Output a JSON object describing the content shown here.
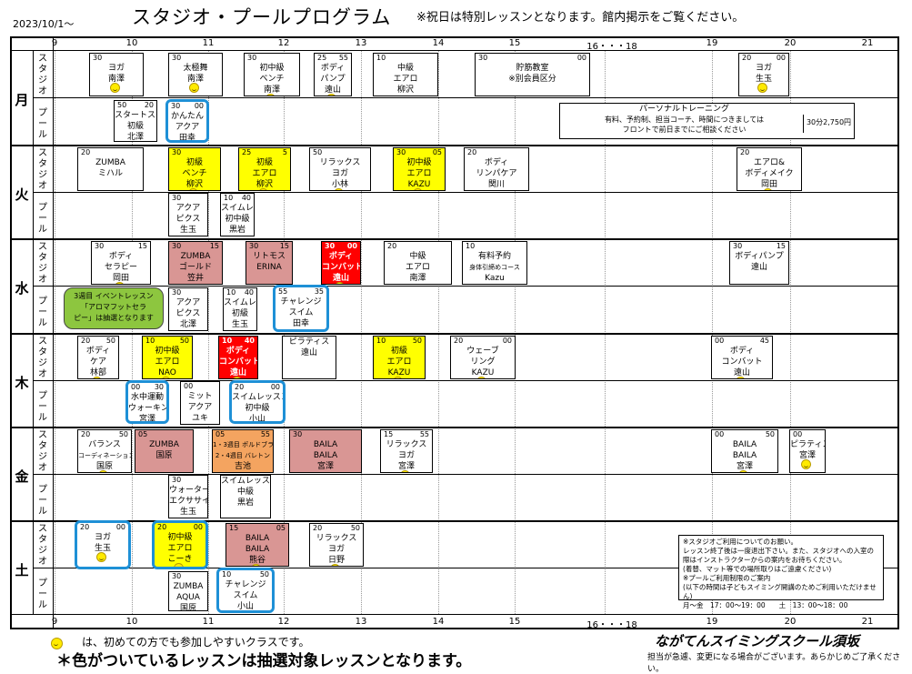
{
  "header": {
    "date": "2023/10/1～",
    "title": "スタジオ・プールプログラム",
    "note": "※祝日は特別レッスンとなります。館内掲示をご覧ください。"
  },
  "hours_top": [
    "9",
    "10",
    "11",
    "12",
    "13",
    "14",
    "15",
    "16・・・18",
    "19",
    "20",
    "21"
  ],
  "hours_bottom": [
    "9",
    "10",
    "11",
    "12",
    "13",
    "14",
    "15",
    "16・・・18",
    "19",
    "20",
    "21"
  ],
  "days": [
    "月",
    "火",
    "水",
    "木",
    "金",
    "土"
  ],
  "lanes": {
    "studio": "スタジオ",
    "pool": "プール"
  },
  "classes": [
    {
      "s": "30",
      "e": "",
      "t": [
        "ヨガ",
        "南澤"
      ],
      "smile": true
    },
    {
      "s": "30",
      "e": "",
      "t": [
        "太極舞",
        "南澤"
      ],
      "smile": true
    },
    {
      "s": "30",
      "e": "",
      "t": [
        "初中級",
        "ベンチ",
        "南澤"
      ],
      "smile": true
    },
    {
      "s": "25",
      "e": "55",
      "t": [
        "ボディ",
        "パンプ",
        "遠山"
      ],
      "smile": true
    },
    {
      "s": "10",
      "e": "",
      "t": [
        "中級",
        "エアロ",
        "柳沢"
      ]
    },
    {
      "s": "30",
      "e": "00",
      "t": [
        "貯筋教室",
        "※別会員区分"
      ]
    },
    {
      "s": "20",
      "e": "00",
      "t": [
        "ヨガ",
        "生玉"
      ],
      "smile": true
    },
    {
      "s": "50",
      "e": "20",
      "t": [
        "スタートスイム",
        "初級",
        "北澤"
      ]
    },
    {
      "s": "30",
      "e": "00",
      "t": [
        "かんたん",
        "アクア",
        "田幸"
      ]
    },
    {
      "s": "20",
      "e": "",
      "t": [
        "ZUMBA",
        "ミハル"
      ]
    },
    {
      "s": "30",
      "e": "",
      "t": [
        "初級",
        "ベンチ",
        "柳沢"
      ],
      "smile": true
    },
    {
      "s": "25",
      "e": "5",
      "t": [
        "初級",
        "エアロ",
        "柳沢"
      ],
      "smile": true
    },
    {
      "s": "50",
      "e": "",
      "t": [
        "リラックス",
        "ヨガ",
        "小林"
      ],
      "smile": true
    },
    {
      "s": "30",
      "e": "05",
      "t": [
        "初中級",
        "エアロ",
        "KAZU"
      ],
      "smile": true
    },
    {
      "s": "20",
      "e": "",
      "t": [
        "ボディ",
        "リンパケア",
        "関川"
      ]
    },
    {
      "s": "20",
      "e": "",
      "t": [
        "エアロ&",
        "ボディメイク",
        "岡田"
      ],
      "smile": true
    },
    {
      "s": "30",
      "e": "",
      "t": [
        "アクア",
        "ピクス",
        "生玉"
      ]
    },
    {
      "s": "10",
      "e": "40",
      "t": [
        "スイムレッスン",
        "初中級",
        "黒岩"
      ]
    },
    {
      "s": "30",
      "e": "15",
      "t": [
        "ボディ",
        "セラピー",
        "岡田"
      ],
      "smile": true
    },
    {
      "s": "30",
      "e": "15",
      "t": [
        "ZUMBA",
        "ゴールド",
        "笠井"
      ]
    },
    {
      "s": "30",
      "e": "15",
      "t": [
        "リトモス",
        "ERINA"
      ]
    },
    {
      "s": "30",
      "e": "00",
      "t": [
        "ボディ",
        "コンバット",
        "遠山"
      ],
      "smile": true
    },
    {
      "s": "20",
      "e": "",
      "t": [
        "中級",
        "エアロ",
        "南澤"
      ]
    },
    {
      "s": "10",
      "e": "",
      "t": [
        "有料予約",
        "身体引締めコース",
        "Kazu"
      ]
    },
    {
      "s": "30",
      "e": "15",
      "t": [
        "ボディパンプ",
        "遠山"
      ]
    },
    {
      "s": "30",
      "e": "",
      "t": [
        "アクア",
        "ピクス",
        "北澤"
      ]
    },
    {
      "s": "10",
      "e": "40",
      "t": [
        "スイムレッスン",
        "初級",
        "生玉"
      ]
    },
    {
      "s": "55",
      "e": "35",
      "t": [
        "チャレンジ",
        "スイム",
        "田幸"
      ]
    },
    {
      "s": "20",
      "e": "50",
      "t": [
        "ボディ",
        "ケア",
        "林部"
      ],
      "smile": true
    },
    {
      "s": "10",
      "e": "50",
      "t": [
        "初中級",
        "エアロ",
        "NAO"
      ],
      "smile": true
    },
    {
      "s": "10",
      "e": "40",
      "t": [
        "ボディ",
        "コンバット",
        "遠山"
      ],
      "smile": true
    },
    {
      "s": "",
      "e": "",
      "t": [
        "ピラティス",
        "遠山"
      ]
    },
    {
      "s": "10",
      "e": "50",
      "t": [
        "初級",
        "エアロ",
        "KAZU"
      ],
      "smile": true
    },
    {
      "s": "20",
      "e": "00",
      "t": [
        "ウェーブ",
        "リング",
        "KAZU"
      ],
      "smile": true
    },
    {
      "s": "00",
      "e": "45",
      "t": [
        "ボディ",
        "コンバット",
        "遠山"
      ],
      "smile": true
    },
    {
      "s": "00",
      "e": "30",
      "t": [
        "水中運動",
        "ウォーキング",
        "宮澤"
      ]
    },
    {
      "s": "00",
      "e": "",
      "t": [
        "ミット",
        "アクア",
        "ユキ"
      ]
    },
    {
      "s": "20",
      "e": "00",
      "t": [
        "スイムレッスン",
        "初中級",
        "小山"
      ]
    },
    {
      "s": "20",
      "e": "50",
      "t": [
        "バランス",
        "コーディネーション",
        "国原"
      ],
      "smile": true
    },
    {
      "s": "05",
      "e": "",
      "t": [
        "ZUMBA",
        "国原"
      ]
    },
    {
      "s": "05",
      "e": "55",
      "t": [
        "1・3週目 ポルドブラ",
        "2・4週目 バレトン",
        "吉池"
      ]
    },
    {
      "s": "30",
      "e": "",
      "t": [
        "BAILA",
        "BAILA",
        "宮澤"
      ]
    },
    {
      "s": "15",
      "e": "55",
      "t": [
        "リラックス",
        "ヨガ",
        "宮澤"
      ],
      "smile": true
    },
    {
      "s": "00",
      "e": "50",
      "t": [
        "BAILA",
        "BAILA",
        "宮澤"
      ],
      "smile": true
    },
    {
      "s": "00",
      "e": "",
      "t": [
        "ピラティス",
        "宮澤"
      ],
      "smile": true
    },
    {
      "s": "30",
      "e": "",
      "t": [
        "ウォーター",
        "エクササイズ",
        "生玉"
      ]
    },
    {
      "s": "",
      "e": "",
      "t": [
        "スイムレッスン",
        "中級",
        "黒岩"
      ]
    },
    {
      "s": "20",
      "e": "00",
      "t": [
        "ヨガ",
        "生玉"
      ],
      "smile": true
    },
    {
      "s": "20",
      "e": "00",
      "t": [
        "初中級",
        "エアロ",
        "こーき"
      ],
      "smile": true
    },
    {
      "s": "15",
      "e": "05",
      "t": [
        "BAILA",
        "BAILA",
        "熊谷"
      ],
      "smile": true
    },
    {
      "s": "20",
      "e": "50",
      "t": [
        "リラックス",
        "ヨガ",
        "日野"
      ],
      "smile": true
    },
    {
      "s": "30",
      "e": "",
      "t": [
        "ZUMBA",
        "AQUA",
        "国原"
      ]
    },
    {
      "s": "10",
      "e": "50",
      "t": [
        "チャレンジ",
        "スイム",
        "小山"
      ]
    }
  ],
  "personal": {
    "title": "パーソナルトレーニング",
    "line1": "有料、予約制、担当コーチ、時間につきましては",
    "line2": "フロントで前日までにご相談ください",
    "price": "30分2,750円"
  },
  "callout": {
    "l1": "3週目 イベントレッスン",
    "l2": "「アロマフットセラ",
    "l3": "ピー」は抽選となります"
  },
  "saturday_note": {
    "l1": "※スタジオご利用についてのお願い。",
    "l2": "レッスン終了後は一度退出下さい。また、スタジオへの入室の際はインストラクターからの案内をお待ちください。",
    "l3": "(着替、マット等での場所取りはご遠慮ください)",
    "l4": "※プールご利用制限のご案内",
    "l5": "(以下の時間は子どもスイミング開講のためご利用いただけません)",
    "l6": "月～金　17：00～19：00　　土　13：00～18：00"
  },
  "footer": {
    "smile_note": "は、初めての方でも参加しやすいクラスです。",
    "lottery_note": "＊色がついているレッスンは抽選対象レッスンとなります。",
    "brand": "ながてんスイミングスクール須坂",
    "brand_note": "担当が急遽、変更になる場合がございます。あらかじめご了承ください。"
  }
}
